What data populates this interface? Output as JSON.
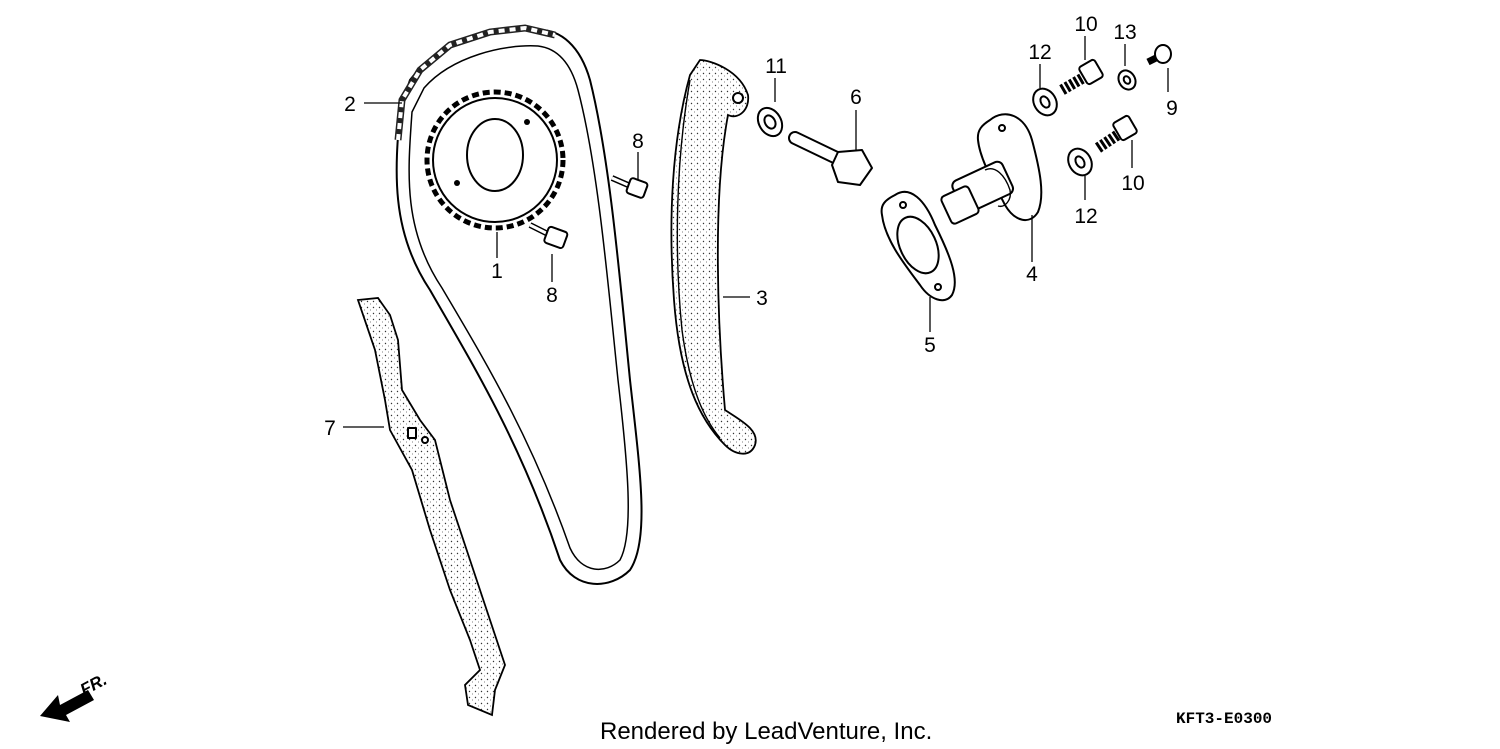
{
  "callouts": {
    "c1": "1",
    "c2": "2",
    "c3": "3",
    "c4": "4",
    "c5": "5",
    "c6": "6",
    "c7": "7",
    "c8a": "8",
    "c8b": "8",
    "c9": "9",
    "c10a": "10",
    "c10b": "10",
    "c11": "11",
    "c12a": "12",
    "c12b": "12",
    "c13": "13"
  },
  "direction_label": "FR.",
  "credit": "Rendered by LeadVenture, Inc.",
  "diagram_code": "KFT3-E0300",
  "icons": {
    "direction": "front-direction-arrow-icon"
  }
}
